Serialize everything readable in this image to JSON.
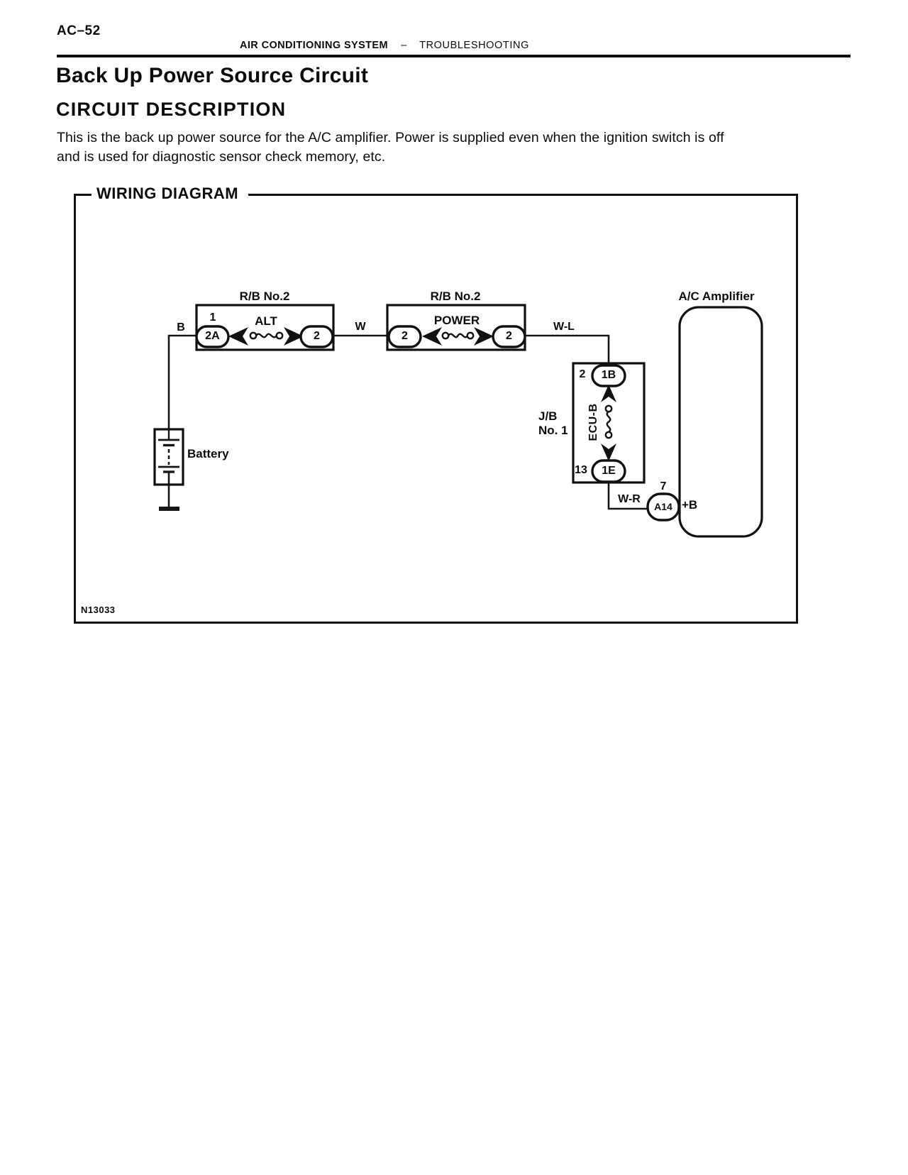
{
  "page": {
    "number": "AC–52",
    "header": {
      "system": "AIR CONDITIONING SYSTEM",
      "separator": "–",
      "section": "TROUBLESHOOTING"
    },
    "title": "Back Up Power Source Circuit",
    "heading": "CIRCUIT DESCRIPTION",
    "description_lines": [
      "This is the back up power source for the A/C amplifier. Power is supplied even when the ignition switch is off",
      "and is used for diagnostic sensor check memory, etc."
    ]
  },
  "diagram": {
    "title": "WIRING DIAGRAM",
    "figure_id": "N13033",
    "relay_block_1": {
      "name": "R/B No.2",
      "fuse": "ALT",
      "pin_left": "1",
      "connector_left": "2A",
      "connector_right": "2"
    },
    "relay_block_2": {
      "name": "R/B No.2",
      "fuse": "POWER",
      "connector_left": "2",
      "connector_right": "2"
    },
    "junction_block": {
      "name_line_1": "J/B",
      "name_line_2": "No. 1",
      "fuse": "ECU-B",
      "pin_top": "2",
      "connector_top": "1B",
      "pin_bottom": "13",
      "connector_bottom": "1E"
    },
    "battery_label": "Battery",
    "amplifier": {
      "name": "A/C Amplifier",
      "pin": "7",
      "connector": "A14",
      "terminal": "+B"
    },
    "wire_labels": {
      "battery_to_rb": "B",
      "rb_to_rb": "W",
      "rb_to_jb": "W-L",
      "jb_to_amp": "W-R"
    }
  }
}
